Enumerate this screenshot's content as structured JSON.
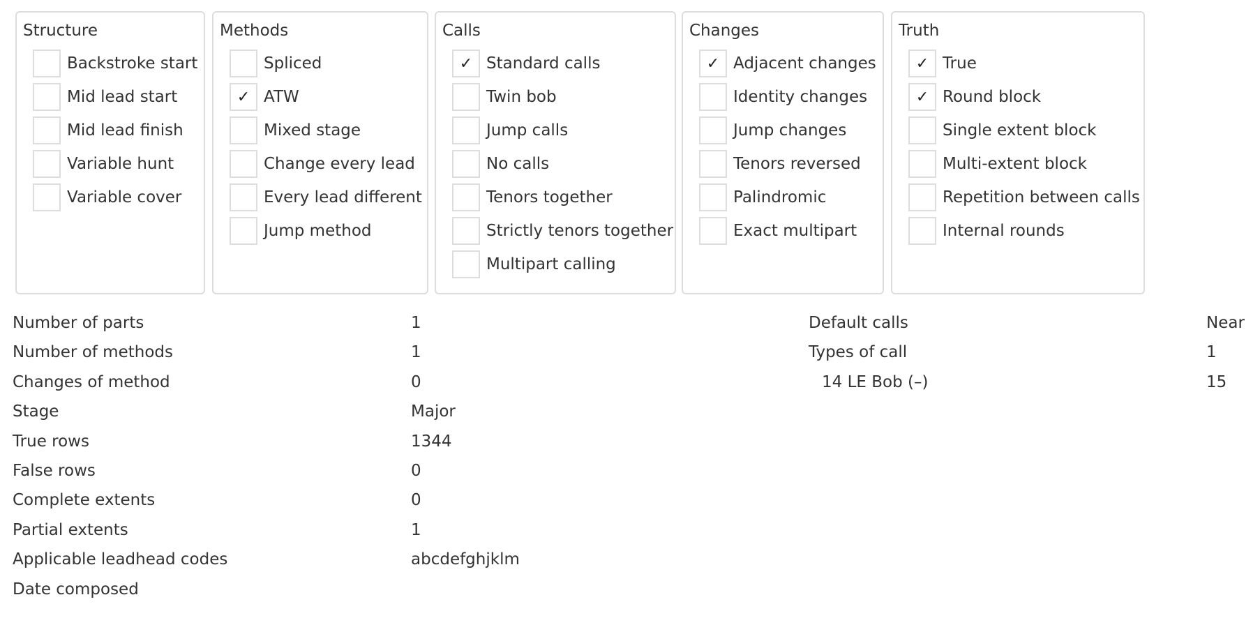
{
  "groups": {
    "structure": {
      "title": "Structure",
      "options": [
        {
          "label": "Backstroke start",
          "checked": false
        },
        {
          "label": "Mid lead start",
          "checked": false
        },
        {
          "label": "Mid lead finish",
          "checked": false
        },
        {
          "label": "Variable hunt",
          "checked": false
        },
        {
          "label": "Variable cover",
          "checked": false
        }
      ]
    },
    "methods": {
      "title": "Methods",
      "options": [
        {
          "label": "Spliced",
          "checked": false
        },
        {
          "label": "ATW",
          "checked": true
        },
        {
          "label": "Mixed stage",
          "checked": false
        },
        {
          "label": "Change every lead",
          "checked": false
        },
        {
          "label": "Every lead different",
          "checked": false
        },
        {
          "label": "Jump method",
          "checked": false
        }
      ]
    },
    "calls": {
      "title": "Calls",
      "options": [
        {
          "label": "Standard calls",
          "checked": true
        },
        {
          "label": "Twin bob",
          "checked": false
        },
        {
          "label": "Jump calls",
          "checked": false
        },
        {
          "label": "No calls",
          "checked": false
        },
        {
          "label": "Tenors together",
          "checked": false
        },
        {
          "label": "Strictly tenors together",
          "checked": false
        },
        {
          "label": "Multipart calling",
          "checked": false
        }
      ]
    },
    "changes": {
      "title": "Changes",
      "options": [
        {
          "label": "Adjacent changes",
          "checked": true
        },
        {
          "label": "Identity changes",
          "checked": false
        },
        {
          "label": "Jump changes",
          "checked": false
        },
        {
          "label": "Tenors reversed",
          "checked": false
        },
        {
          "label": "Palindromic",
          "checked": false
        },
        {
          "label": "Exact multipart",
          "checked": false
        }
      ]
    },
    "truth": {
      "title": "Truth",
      "options": [
        {
          "label": "True",
          "checked": true
        },
        {
          "label": "Round block",
          "checked": true
        },
        {
          "label": "Single extent block",
          "checked": false
        },
        {
          "label": "Multi-extent block",
          "checked": false
        },
        {
          "label": "Repetition between calls",
          "checked": false
        },
        {
          "label": "Internal rounds",
          "checked": false
        }
      ]
    }
  },
  "checkmark_glyph": "✓",
  "stats_left": [
    {
      "label": "Number of parts",
      "value": "1"
    },
    {
      "label": "Number of methods",
      "value": "1"
    },
    {
      "label": "Changes of method",
      "value": "0"
    },
    {
      "label": "Stage",
      "value": "Major"
    },
    {
      "label": "True rows",
      "value": "1344"
    },
    {
      "label": "False rows",
      "value": "0"
    },
    {
      "label": "Complete extents",
      "value": "0"
    },
    {
      "label": "Partial extents",
      "value": "1"
    },
    {
      "label": "Applicable leadhead codes",
      "value": "abcdefghjklm"
    },
    {
      "label": "Date composed",
      "value": ""
    }
  ],
  "stats_right": [
    {
      "label": "Default calls",
      "value": "Near",
      "indent": false
    },
    {
      "label": "Types of call",
      "value": "1",
      "indent": false
    },
    {
      "label": "14 LE Bob (–)",
      "value": "15",
      "indent": true
    }
  ],
  "colors": {
    "text": "#333333",
    "border": "#dddddd",
    "checkmark": "#222222",
    "background": "#ffffff"
  }
}
